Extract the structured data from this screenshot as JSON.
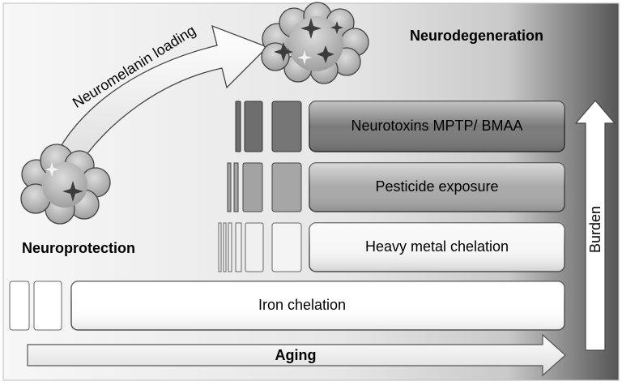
{
  "corner_labels": {
    "neurodegeneration": "Neurodegeneration",
    "neuroprotection": "Neuroprotection"
  },
  "arrows": {
    "neuromelanin": "Neuromelanin loading",
    "aging": "Aging",
    "burden": "Burden"
  },
  "tiers": [
    {
      "label": "Neurotoxins MPTP/ BMAA",
      "fill": "#7b7b7b"
    },
    {
      "label": "Pesticide exposure",
      "fill": "#a9a9a9"
    },
    {
      "label": "Heavy metal chelation",
      "fill": "#f3f3f3"
    },
    {
      "label": "Iron chelation",
      "fill": "#ffffff"
    }
  ],
  "colors": {
    "background_light": "#f5f5f5",
    "background_dark": "#5a5a5a",
    "cloud": "#b9b9b9"
  },
  "icons": [
    "cloud-icon",
    "sparkle-icon"
  ]
}
